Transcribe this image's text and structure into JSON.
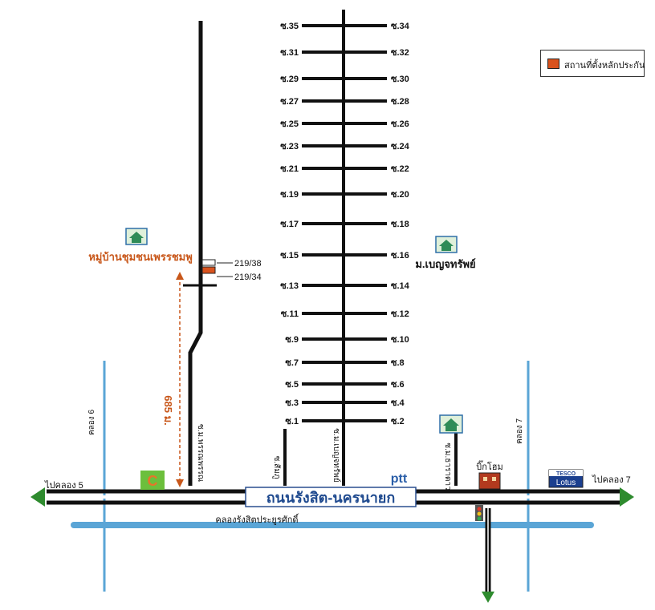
{
  "legend": {
    "label": "สถานที่ตั้งหลักประกัน",
    "color": "#d9531e"
  },
  "main_road": {
    "name": "ถนนรังสิต-นครนายก"
  },
  "canal_main": {
    "name": "คลองรังสิตประยูรศักดิ์"
  },
  "directions": {
    "left": "ไปคลอง 5",
    "right": "ไปคลอง 7"
  },
  "canals": {
    "left": "คลอง 6",
    "right": "คลอง 7"
  },
  "main_soi": {
    "name": "ซ.ม.เบญจทรัพย์"
  },
  "soi_left_labels": [
    "ซ.35",
    "ซ.31",
    "ซ.29",
    "ซ.27",
    "ซ.25",
    "ซ.23",
    "ซ.21",
    "ซ.19",
    "ซ.17",
    "ซ.15",
    "ซ.13",
    "ซ.11",
    "ซ.9",
    "ซ.7",
    "ซ.5",
    "ซ.3",
    "ซ.1"
  ],
  "soi_right_labels": [
    "ซ.34",
    "ซ.32",
    "ซ.30",
    "ซ.28",
    "ซ.26",
    "ซ.24",
    "ซ.22",
    "ซ.20",
    "ซ.18",
    "ซ.16",
    "ซ.14",
    "ซ.12",
    "ซ.10",
    "ซ.8",
    "ซ.6",
    "ซ.4",
    "ซ.2"
  ],
  "left_soi": {
    "name": "ซ.ม.พรรณพรรณ"
  },
  "other_soi": {
    "sumphu": "ซ.สัมภู",
    "tharatrao": "ซ.ม.ธาราดาว"
  },
  "villages": {
    "left": "หมู่บ้านชุมชนเพรรชมพู",
    "right": "ม.เบญจทรัพย์"
  },
  "properties": [
    "219/38",
    "219/34"
  ],
  "distance": "685 ม.",
  "landmarks": {
    "bigc": "C",
    "ptt": "ptt",
    "bighome": "บิ๊กโฮม",
    "tesco_top": "TESCO",
    "tesco_bottom": "Lotus"
  },
  "colors": {
    "canal": "#5aa5d6",
    "road": "#111111",
    "property": "#d9531e",
    "distance": "#c8571a"
  }
}
